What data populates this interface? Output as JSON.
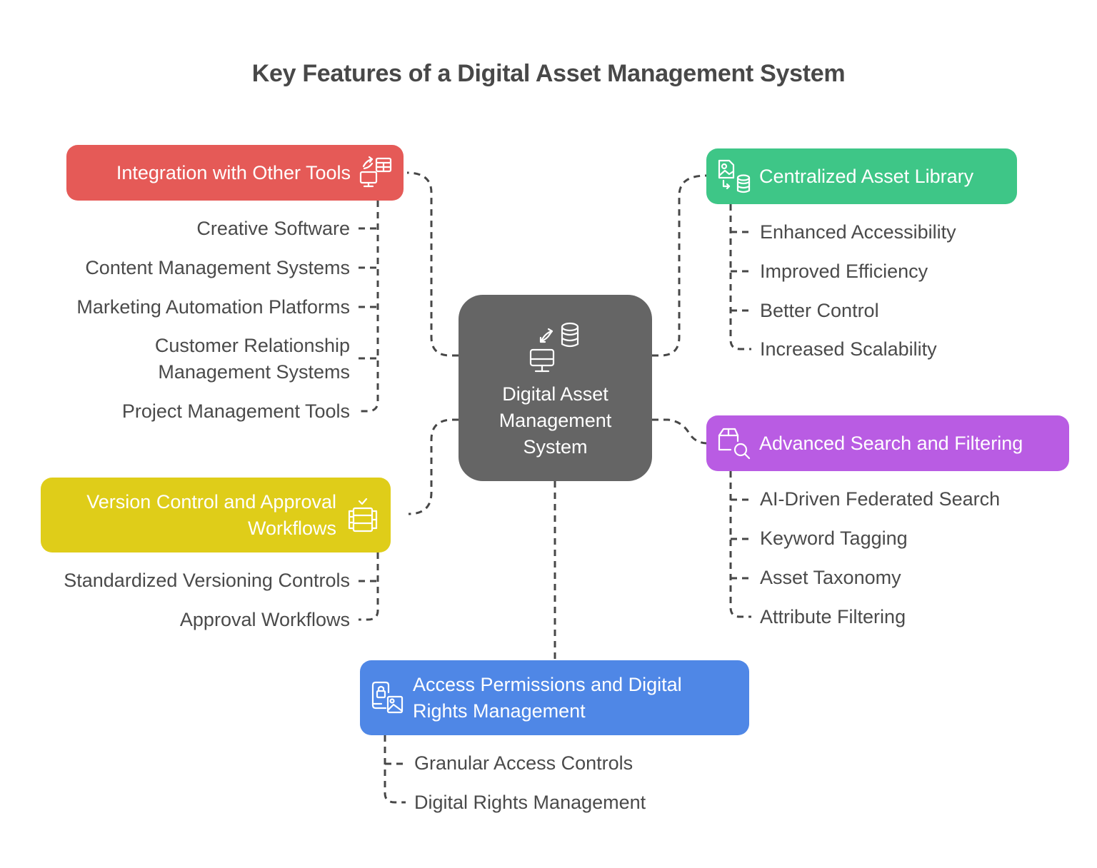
{
  "title": "Key Features of a Digital Asset Management System",
  "center": {
    "label_lines": [
      "Digital Asset",
      "Management",
      "System"
    ],
    "icon": "computer-database-sync-icon",
    "color": "#656565"
  },
  "branches": [
    {
      "id": "integration",
      "label": "Integration with Other Tools",
      "icon": "integration-monitor-table-icon",
      "color": "#e55a57",
      "items": [
        "Creative Software",
        "Content Management Systems",
        "Marketing Automation Platforms",
        "Customer Relationship Management Systems",
        "Project Management Tools"
      ]
    },
    {
      "id": "library",
      "label": "Centralized Asset Library",
      "icon": "image-to-database-icon",
      "color": "#3ec687",
      "items": [
        "Enhanced Accessibility",
        "Improved Efficiency",
        "Better Control",
        "Increased Scalability"
      ]
    },
    {
      "id": "search",
      "label": "Advanced Search and Filtering",
      "icon": "package-search-icon",
      "color": "#b95ce3",
      "items": [
        "AI-Driven Federated Search",
        "Keyword Tagging",
        "Asset Taxonomy",
        "Attribute Filtering"
      ]
    },
    {
      "id": "version",
      "label": "Version Control and Approval Workflows",
      "icon": "stacked-documents-check-icon",
      "color": "#dfcd19",
      "items": [
        "Standardized Versioning Controls",
        "Approval Workflows"
      ]
    },
    {
      "id": "access",
      "label": "Access Permissions and Digital Rights Management",
      "icon": "lock-image-icon",
      "color": "#4f87e6",
      "items": [
        "Granular Access Controls",
        "Digital Rights Management"
      ]
    }
  ],
  "display": {
    "crm_line1": "Customer Relationship",
    "crm_line2": "Management Systems",
    "version_line1": "Version Control and Approval",
    "version_line2": "Workflows",
    "access_line1": "Access Permissions and Digital",
    "access_line2": "Rights Management"
  }
}
